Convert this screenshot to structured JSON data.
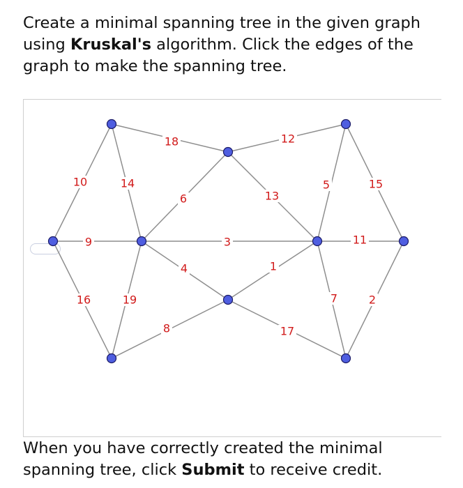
{
  "instructions": {
    "prefix": "Create a minimal spanning tree in the given graph using ",
    "algorithm": "Kruskal's",
    "suffix": " algorithm. Click the edges of the graph to make the spanning tree."
  },
  "footer": {
    "prefix": "When you have correctly created the minimal spanning tree, click ",
    "submit": "Submit",
    "suffix": " to receive credit."
  },
  "graph": {
    "node_color": "#4f5ee0",
    "edge_label_color": "#d11a1a",
    "edge_color": "#8e8e8e",
    "nodes": [
      {
        "id": "A"
      },
      {
        "id": "B"
      },
      {
        "id": "C"
      },
      {
        "id": "D"
      },
      {
        "id": "E"
      },
      {
        "id": "F"
      },
      {
        "id": "G"
      },
      {
        "id": "H"
      },
      {
        "id": "I"
      },
      {
        "id": "J"
      }
    ],
    "edges": [
      {
        "from": "B",
        "to": "C",
        "weight": "18"
      },
      {
        "from": "C",
        "to": "D",
        "weight": "12"
      },
      {
        "from": "A",
        "to": "B",
        "weight": "10"
      },
      {
        "from": "B",
        "to": "E",
        "weight": "14"
      },
      {
        "from": "C",
        "to": "E",
        "weight": "6"
      },
      {
        "from": "C",
        "to": "F",
        "weight": "13"
      },
      {
        "from": "D",
        "to": "F",
        "weight": "5"
      },
      {
        "from": "D",
        "to": "G",
        "weight": "15"
      },
      {
        "from": "A",
        "to": "E",
        "weight": "9"
      },
      {
        "from": "E",
        "to": "F",
        "weight": "3"
      },
      {
        "from": "F",
        "to": "G",
        "weight": "11"
      },
      {
        "from": "E",
        "to": "H",
        "weight": "4"
      },
      {
        "from": "H",
        "to": "F",
        "weight": "1"
      },
      {
        "from": "A",
        "to": "I",
        "weight": "16"
      },
      {
        "from": "E",
        "to": "I",
        "weight": "19"
      },
      {
        "from": "F",
        "to": "J",
        "weight": "7"
      },
      {
        "from": "G",
        "to": "J",
        "weight": "2"
      },
      {
        "from": "I",
        "to": "H",
        "weight": "8"
      },
      {
        "from": "H",
        "to": "J",
        "weight": "17"
      }
    ]
  }
}
